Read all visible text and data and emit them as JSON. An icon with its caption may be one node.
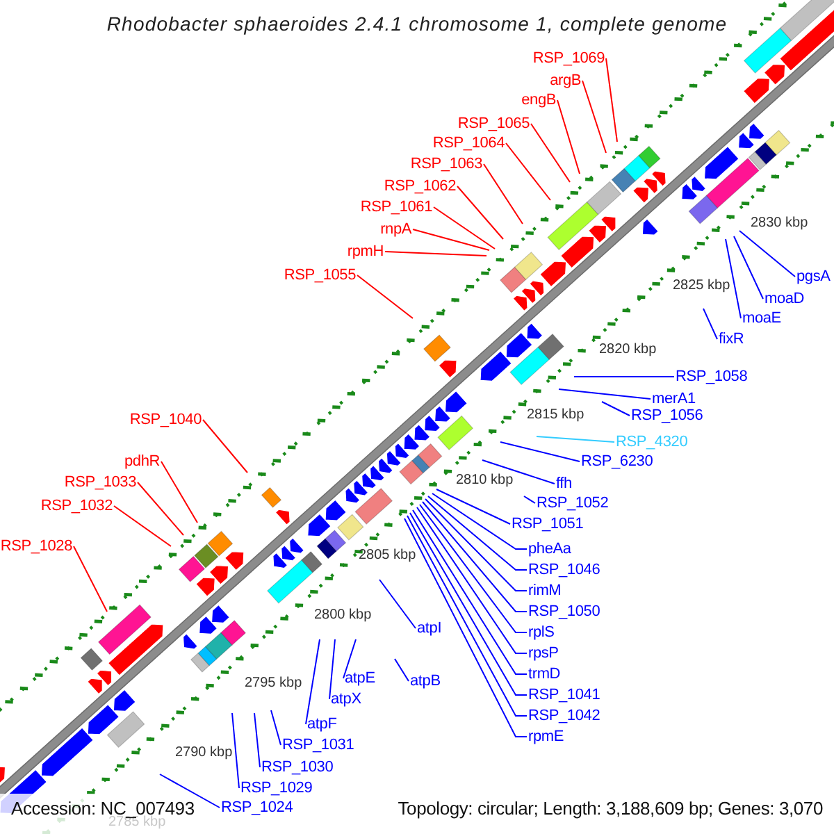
{
  "diagram": {
    "title": "Rhodobacter sphaeroides 2.4.1 chromosome 1, complete genome",
    "nodes": [
      {
        "text": [
          "RSP_1069"
        ]
      },
      {
        "text": [
          "argB"
        ]
      },
      {
        "text": [
          "engB"
        ]
      },
      {
        "text": [
          "RSP_1065"
        ]
      },
      {
        "text": [
          "RSP_1064"
        ]
      },
      {
        "text": [
          "RSP_1063"
        ]
      },
      {
        "text": [
          "RSP_1062"
        ]
      },
      {
        "text": [
          "RSP_1061"
        ]
      },
      {
        "text": [
          "rnpA"
        ]
      },
      {
        "text": [
          "rpmH"
        ]
      },
      {
        "text": [
          "RSP_1055"
        ]
      },
      {
        "text": [
          "RSP_1040"
        ]
      },
      {
        "text": [
          "pdhR"
        ]
      },
      {
        "text": [
          "RSP_1033"
        ]
      },
      {
        "text": [
          "RSP_1032"
        ]
      },
      {
        "text": [
          "RSP_1028"
        ]
      },
      {
        "text": [
          "pgsA"
        ]
      },
      {
        "text": [
          "moaD"
        ]
      },
      {
        "text": [
          "moaE"
        ]
      },
      {
        "text": [
          "fixR"
        ]
      },
      {
        "text": [
          "RSP_1058"
        ]
      },
      {
        "text": [
          "merA1"
        ]
      },
      {
        "text": [
          "RSP_1056"
        ]
      },
      {
        "text": [
          "RSP_4320"
        ]
      },
      {
        "text": [
          "RSP_6230"
        ]
      },
      {
        "text": [
          "ffh"
        ]
      },
      {
        "text": [
          "RSP_1052"
        ]
      },
      {
        "text": [
          "RSP_1051"
        ]
      },
      {
        "text": [
          "pheAa"
        ]
      },
      {
        "text": [
          "RSP_1046"
        ]
      },
      {
        "text": [
          "rimM"
        ]
      },
      {
        "text": [
          "RSP_1050"
        ]
      },
      {
        "text": [
          "rplS"
        ]
      },
      {
        "text": [
          "rpsP"
        ]
      },
      {
        "text": [
          "trmD"
        ]
      },
      {
        "text": [
          "RSP_1041"
        ]
      },
      {
        "text": [
          "atpI"
        ]
      },
      {
        "text": [
          "RSP_1042"
        ]
      },
      {
        "text": [
          "rpmE"
        ]
      },
      {
        "text": [
          "atpE"
        ]
      },
      {
        "text": [
          "atpB"
        ]
      },
      {
        "text": [
          "atpX"
        ]
      },
      {
        "text": [
          "atpF"
        ]
      },
      {
        "text": [
          "RSP_1031"
        ]
      },
      {
        "text": [
          "RSP_1030"
        ]
      },
      {
        "text": [
          "RSP_1029"
        ]
      },
      {
        "text": [
          "RSP_1024"
        ]
      }
    ],
    "edges": [
      {
        "from": 0,
        "to": null,
        "arrow": "none",
        "color": "#ff0000"
      },
      {
        "from": 1,
        "to": null,
        "arrow": "none",
        "color": "#ff0000"
      },
      {
        "from": 2,
        "to": null,
        "arrow": "none",
        "color": "#ff0000"
      },
      {
        "from": 3,
        "to": null,
        "arrow": "none",
        "color": "#ff0000"
      },
      {
        "from": 4,
        "to": null,
        "arrow": "none",
        "color": "#ff0000"
      },
      {
        "from": 5,
        "to": null,
        "arrow": "none",
        "color": "#ff0000"
      },
      {
        "from": 6,
        "to": null,
        "arrow": "none",
        "color": "#ff0000"
      },
      {
        "from": 7,
        "to": null,
        "arrow": "none",
        "color": "#ff0000"
      },
      {
        "from": 8,
        "to": null,
        "arrow": "none",
        "color": "#ff0000"
      },
      {
        "from": 9,
        "to": null,
        "arrow": "none",
        "color": "#ff0000"
      },
      {
        "from": 10,
        "to": null,
        "arrow": "none",
        "color": "#ff0000"
      },
      {
        "from": 11,
        "to": null,
        "arrow": "none",
        "color": "#ff0000"
      },
      {
        "from": 12,
        "to": null,
        "arrow": "none",
        "color": "#ff0000"
      },
      {
        "from": 13,
        "to": null,
        "arrow": "none",
        "color": "#ff0000"
      },
      {
        "from": 14,
        "to": null,
        "arrow": "none",
        "color": "#ff0000"
      },
      {
        "from": 15,
        "to": null,
        "arrow": "none",
        "color": "#ff0000"
      },
      {
        "from": 16,
        "to": null,
        "arrow": "none"
      },
      {
        "from": 17,
        "to": null,
        "arrow": "none"
      },
      {
        "from": 18,
        "to": null,
        "arrow": "none"
      },
      {
        "from": 19,
        "to": null,
        "arrow": "none"
      },
      {
        "from": 20,
        "to": null,
        "arrow": "none"
      },
      {
        "from": 21,
        "to": null,
        "arrow": "none"
      },
      {
        "from": 22,
        "to": null,
        "arrow": "none"
      },
      {
        "from": 23,
        "to": null,
        "arrow": "none",
        "color": "#33ccff"
      },
      {
        "from": 24,
        "to": null,
        "arrow": "none"
      },
      {
        "from": 25,
        "to": null,
        "arrow": "none"
      },
      {
        "from": 26,
        "to": null,
        "arrow": "none"
      },
      {
        "from": 27,
        "to": null,
        "arrow": "none"
      },
      {
        "from": 28,
        "to": null,
        "arrow": "none"
      },
      {
        "from": 29,
        "to": null,
        "arrow": "none"
      },
      {
        "from": 30,
        "to": null,
        "arrow": "none"
      },
      {
        "from": 31,
        "to": null,
        "arrow": "none"
      },
      {
        "from": 32,
        "to": null,
        "arrow": "none"
      },
      {
        "from": 33,
        "to": null,
        "arrow": "none"
      },
      {
        "from": 34,
        "to": null,
        "arrow": "none"
      },
      {
        "from": 35,
        "to": null,
        "arrow": "none"
      },
      {
        "from": 36,
        "to": null,
        "arrow": "none"
      },
      {
        "from": 37,
        "to": null,
        "arrow": "none"
      },
      {
        "from": 38,
        "to": null,
        "arrow": "none"
      },
      {
        "from": 39,
        "to": null,
        "arrow": "none"
      },
      {
        "from": 40,
        "to": null,
        "arrow": "none"
      },
      {
        "from": 41,
        "to": null,
        "arrow": "none"
      },
      {
        "from": 42,
        "to": null,
        "arrow": "none"
      },
      {
        "from": 43,
        "to": null,
        "arrow": "none"
      },
      {
        "from": 44,
        "to": null,
        "arrow": "none"
      },
      {
        "from": 45,
        "to": null,
        "arrow": "none"
      },
      {
        "from": 46,
        "to": null,
        "arrow": "none"
      }
    ],
    "labels": [
      "2830 kbp",
      "2825 kbp",
      "2820 kbp",
      "2815 kbp",
      "2810 kbp",
      "2805 kbp",
      "2800 kbp",
      "2795 kbp",
      "2790 kbp",
      "2785 kbp",
      "Accession: NC_007493",
      "Topology: circular; Length: 3,188,609 bp; Genes: 3,070"
    ]
  }
}
